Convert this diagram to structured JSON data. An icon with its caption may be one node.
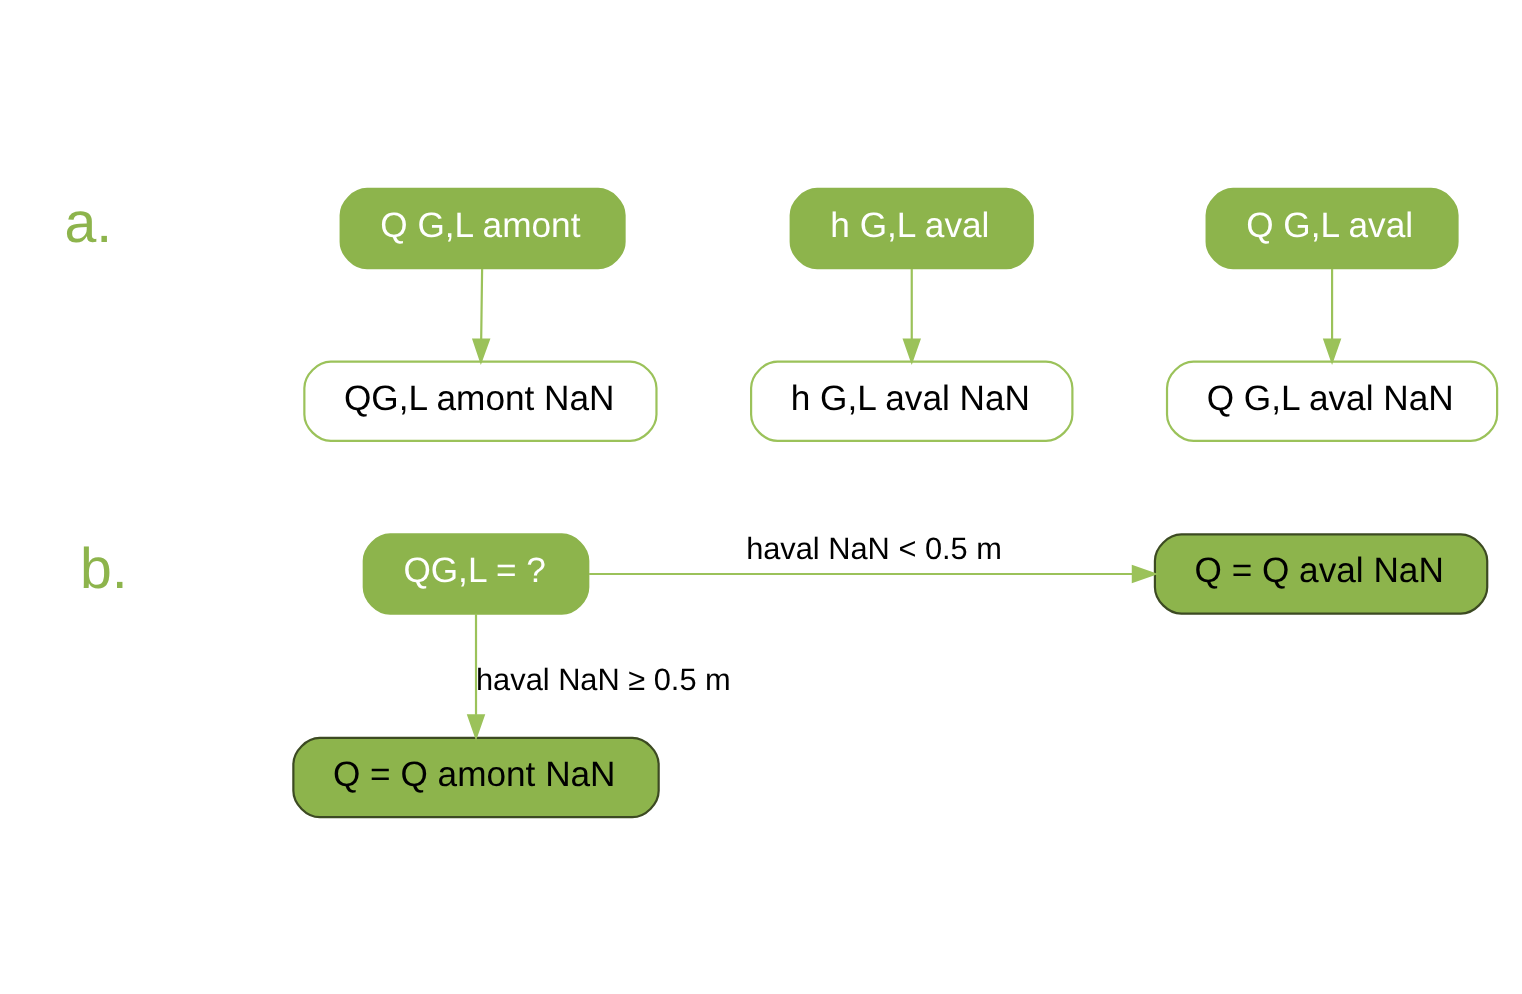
{
  "diagram": {
    "nodes": [
      {
        "text": [
          "Q G,L amont"
        ]
      },
      {
        "text": [
          "h G,L aval"
        ]
      },
      {
        "text": [
          "Q G,L aval"
        ]
      },
      {
        "text": [
          "QG,L amont NaN"
        ]
      },
      {
        "text": [
          "h G,L aval NaN"
        ]
      },
      {
        "text": [
          "Q G,L aval NaN"
        ]
      },
      {
        "text": [
          "QG,L = ?"
        ]
      },
      {
        "text": [
          "Q = Q aval NaN"
        ]
      },
      {
        "text": [
          "Q = Q amont NaN"
        ]
      }
    ],
    "edges": [
      {
        "from": 0,
        "to": 3,
        "arrow": "to"
      },
      {
        "from": 1,
        "to": 4,
        "arrow": "to"
      },
      {
        "from": 2,
        "to": 5,
        "arrow": "to"
      },
      {
        "from": 6,
        "to": 7,
        "arrow": "to",
        "label": "haval NaN < 0.5 m"
      },
      {
        "from": 6,
        "to": 8,
        "arrow": "to",
        "label": "haval NaN ≥ 0.5 m"
      }
    ],
    "labels": [
      "a.",
      "b."
    ]
  }
}
